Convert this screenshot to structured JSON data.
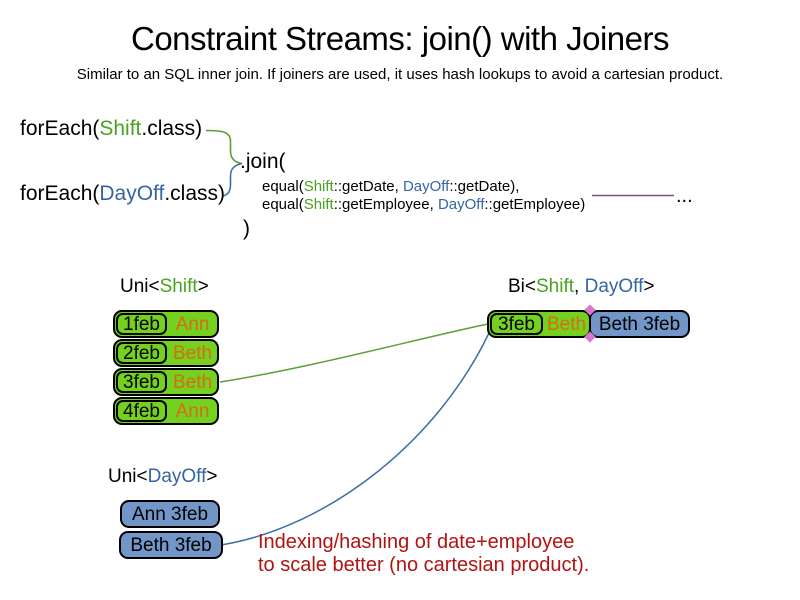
{
  "slide": {
    "title": "Constraint Streams: join() with Joiners",
    "subtitle": "Similar to an SQL inner join. If joiners are used, it uses hash lookups to avoid a cartesian product."
  },
  "colors": {
    "green_text": "#4AA21E",
    "green_fill": "#74D120",
    "green_line": "#5BA032",
    "blue_text": "#3465A4",
    "blue_fill": "#7296C8",
    "blue_line": "#3E6FA6",
    "orange_text": "#D96B15",
    "red_text": "#B01312",
    "purple_line": "#75517B",
    "pink": "#D977CF"
  },
  "code": {
    "foreach_shift": {
      "pre": "forEach(",
      "cls": "Shift",
      "post": ".class)"
    },
    "foreach_dayoff": {
      "pre": "forEach(",
      "cls": "DayOff",
      "post": ".class)"
    },
    "join_open": ".join(",
    "equal_date": {
      "pre": "equal(",
      "shift": "Shift",
      "mid": "::getDate, ",
      "dayoff": "DayOff",
      "post": "::getDate),"
    },
    "equal_employee": {
      "pre": "equal(",
      "shift": "Shift",
      "mid": "::getEmployee, ",
      "dayoff": "DayOff",
      "post": "::getEmployee)"
    },
    "join_close": ")",
    "ellipsis": "..."
  },
  "streams": {
    "uni_shift": {
      "label": {
        "pre": "Uni<",
        "type": "Shift",
        "post": ">"
      },
      "rows": [
        {
          "date": "1feb",
          "employee": "Ann"
        },
        {
          "date": "2feb",
          "employee": "Beth"
        },
        {
          "date": "3feb",
          "employee": "Beth"
        },
        {
          "date": "4feb",
          "employee": "Ann"
        }
      ]
    },
    "uni_dayoff": {
      "label": {
        "pre": "Uni<",
        "type": "DayOff",
        "post": ">"
      },
      "rows": [
        {
          "text": "Ann 3feb"
        },
        {
          "text": "Beth 3feb"
        }
      ]
    },
    "bi": {
      "label": {
        "pre": "Bi<",
        "shift": "Shift",
        "sep": ", ",
        "dayoff": "DayOff",
        "post": ">"
      },
      "row": {
        "date": "3feb",
        "employee": "Beth",
        "dayoff": "Beth 3feb"
      }
    }
  },
  "note": {
    "line1": "Indexing/hashing of date+employee",
    "line2": "to scale better (no cartesian product)."
  }
}
